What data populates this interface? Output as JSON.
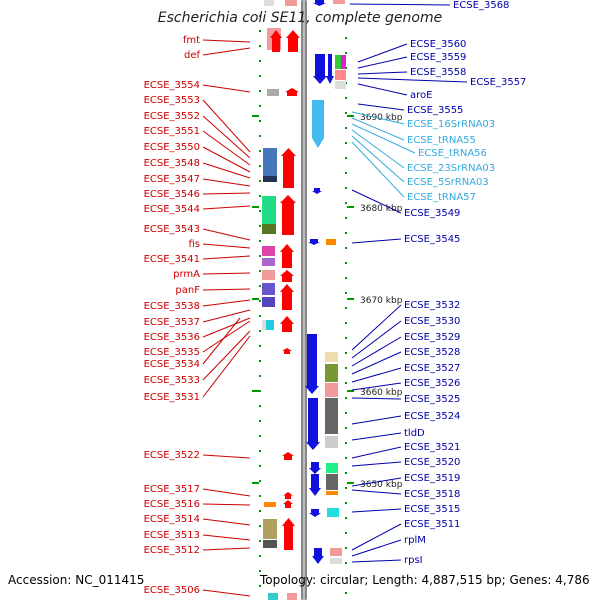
{
  "header": {
    "title": "Escherichia coli SE11, complete genome"
  },
  "footer": {
    "accession": "Accession: NC_011415",
    "topology": "Topology: circular; Length: 4,887,515 bp; Genes: 4,786"
  },
  "colors": {
    "reverse_label": "#cc0000",
    "forward_label": "#0000aa",
    "rna_label": "#33aadd",
    "backbone": "#999999",
    "tick": "#009900"
  },
  "scale_labels": [
    "3690 kbp",
    "3680 kbp",
    "3670 kbp",
    "3660 kbp",
    "3650 kbp"
  ],
  "left_labels": [
    "fmt",
    "def",
    "ECSE_3554",
    "ECSE_3553",
    "ECSE_3552",
    "ECSE_3551",
    "ECSE_3550",
    "ECSE_3548",
    "ECSE_3547",
    "ECSE_3546",
    "ECSE_3544",
    "ECSE_3543",
    "fis",
    "ECSE_3541",
    "prmA",
    "panF",
    "ECSE_3538",
    "ECSE_3537",
    "ECSE_3536",
    "ECSE_3535",
    "ECSE_3534",
    "ECSE_3533",
    "ECSE_3531",
    "ECSE_3522",
    "ECSE_3517",
    "ECSE_3516",
    "ECSE_3514",
    "ECSE_3513",
    "ECSE_3512",
    "ECSE_3506"
  ],
  "right_labels": [
    {
      "text": "ECSE_3568",
      "kind": "gene"
    },
    {
      "text": "ECSE_3560",
      "kind": "gene"
    },
    {
      "text": "ECSE_3559",
      "kind": "gene"
    },
    {
      "text": "ECSE_3558",
      "kind": "gene"
    },
    {
      "text": "ECSE_3557",
      "kind": "gene"
    },
    {
      "text": "aroE",
      "kind": "gene"
    },
    {
      "text": "ECSE_3555",
      "kind": "gene"
    },
    {
      "text": "ECSE_16SrRNA03",
      "kind": "rna"
    },
    {
      "text": "ECSE_tRNA55",
      "kind": "rna"
    },
    {
      "text": "ECSE_tRNA56",
      "kind": "rna"
    },
    {
      "text": "ECSE_23SrRNA03",
      "kind": "rna"
    },
    {
      "text": "ECSE_5SrRNA03",
      "kind": "rna"
    },
    {
      "text": "ECSE_tRNA57",
      "kind": "rna"
    },
    {
      "text": "ECSE_3549",
      "kind": "gene"
    },
    {
      "text": "ECSE_3545",
      "kind": "gene"
    },
    {
      "text": "ECSE_3532",
      "kind": "gene"
    },
    {
      "text": "ECSE_3530",
      "kind": "gene"
    },
    {
      "text": "ECSE_3529",
      "kind": "gene"
    },
    {
      "text": "ECSE_3528",
      "kind": "gene"
    },
    {
      "text": "ECSE_3527",
      "kind": "gene"
    },
    {
      "text": "ECSE_3526",
      "kind": "gene"
    },
    {
      "text": "ECSE_3525",
      "kind": "gene"
    },
    {
      "text": "ECSE_3524",
      "kind": "gene"
    },
    {
      "text": "tldD",
      "kind": "gene"
    },
    {
      "text": "ECSE_3521",
      "kind": "gene"
    },
    {
      "text": "ECSE_3520",
      "kind": "gene"
    },
    {
      "text": "ECSE_3519",
      "kind": "gene"
    },
    {
      "text": "ECSE_3518",
      "kind": "gene"
    },
    {
      "text": "ECSE_3515",
      "kind": "gene"
    },
    {
      "text": "ECSE_3511",
      "kind": "gene"
    },
    {
      "text": "rplM",
      "kind": "gene"
    },
    {
      "text": "rpsI",
      "kind": "gene"
    }
  ]
}
